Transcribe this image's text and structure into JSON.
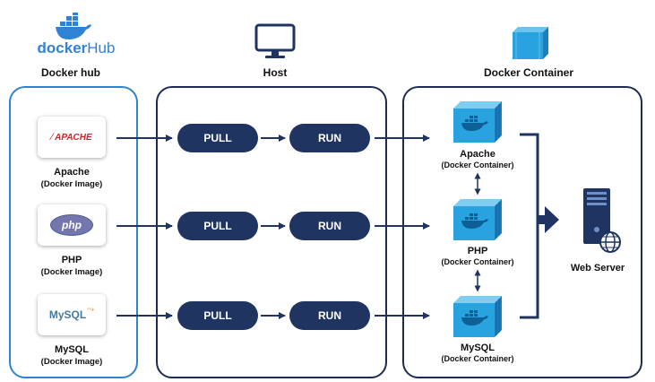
{
  "hub": {
    "logo_text_a": "docker",
    "logo_text_b": "Hub",
    "title": "Docker hub",
    "images": [
      {
        "logo": "APACHE",
        "name": "Apache",
        "sub": "(Docker Image)"
      },
      {
        "logo": "php",
        "name": "PHP",
        "sub": "(Docker Image)"
      },
      {
        "logo": "MySQL",
        "name": "MySQL",
        "sub": "(Docker Image)"
      }
    ]
  },
  "host": {
    "title": "Host",
    "rows": [
      {
        "pull": "PULL",
        "run": "RUN"
      },
      {
        "pull": "PULL",
        "run": "RUN"
      },
      {
        "pull": "PULL",
        "run": "RUN"
      }
    ]
  },
  "docker_container": {
    "title": "Docker Container",
    "containers": [
      {
        "name": "Apache",
        "sub": "(Docker Container)"
      },
      {
        "name": "PHP",
        "sub": "(Docker Container)"
      },
      {
        "name": "MySQL",
        "sub": "(Docker Container)"
      }
    ]
  },
  "web_server": {
    "label": "Web Server"
  },
  "colors": {
    "navy": "#1f3460",
    "hub_blue": "#2f82d4",
    "container_blue": "#29a3e0"
  }
}
